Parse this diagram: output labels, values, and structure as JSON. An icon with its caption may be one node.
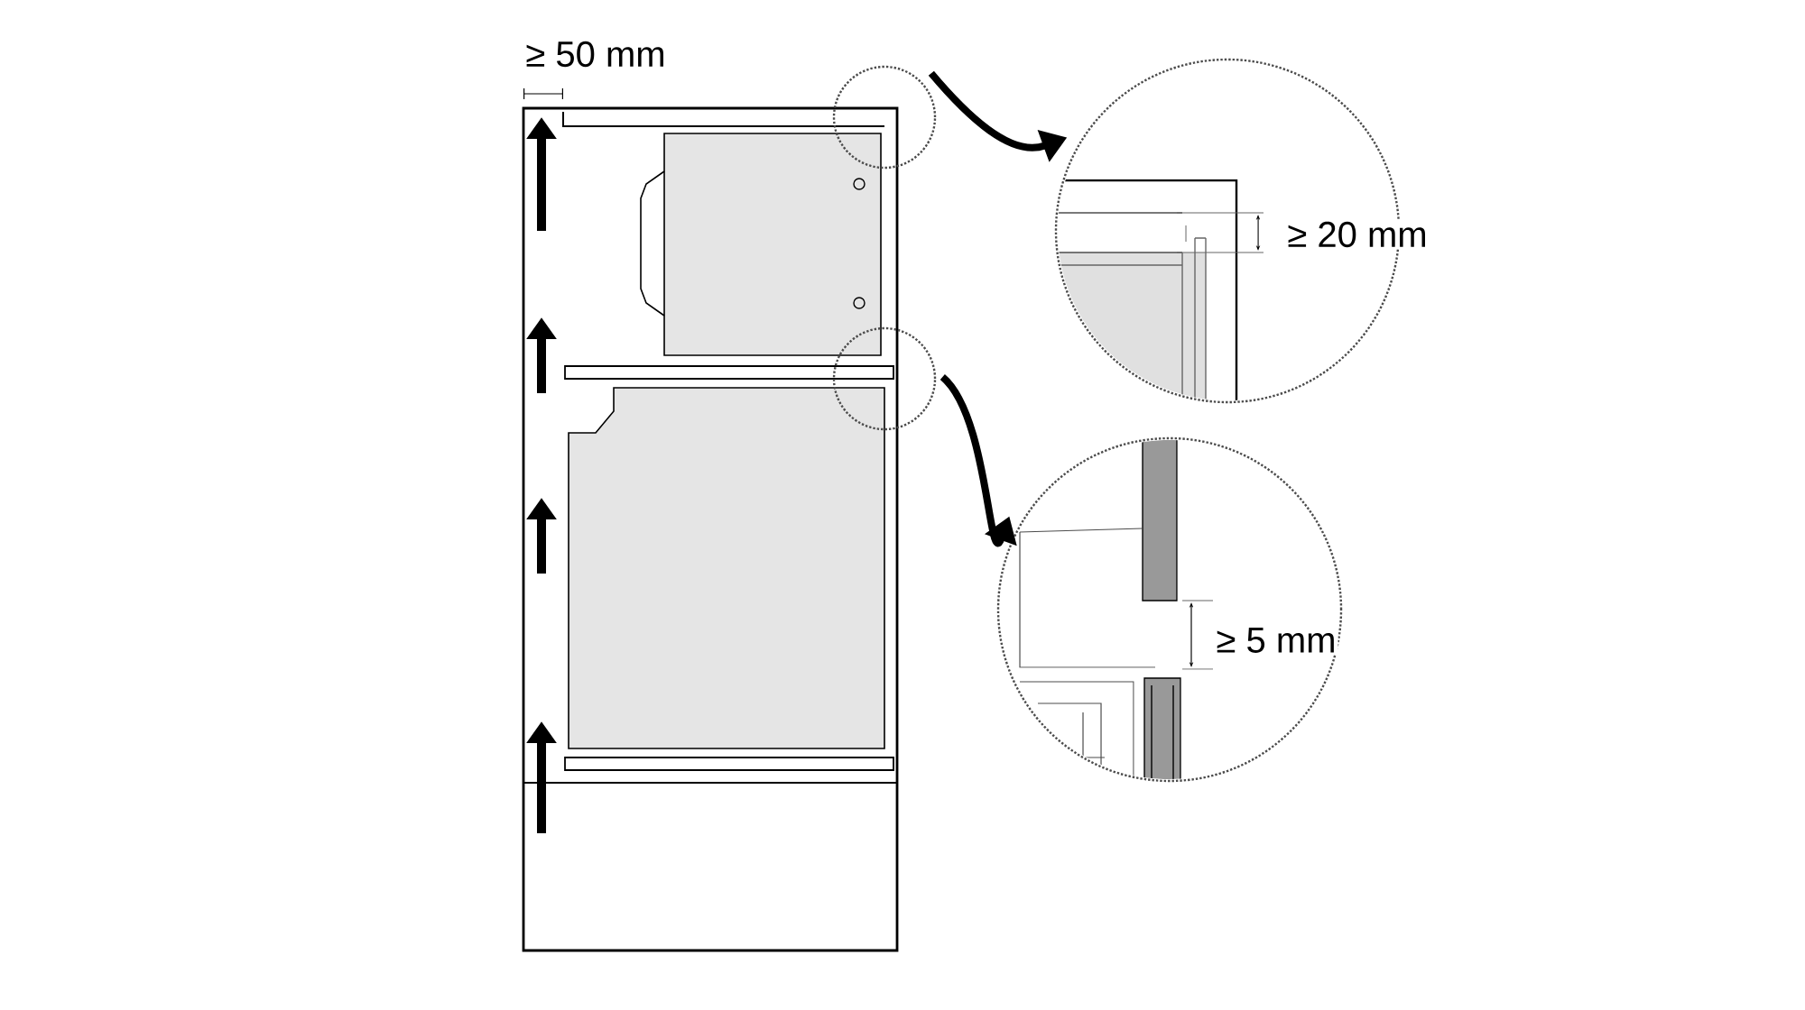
{
  "diagram": {
    "nodes": [
      {
        "text": [],
        "shape": "circle"
      },
      {
        "text": [],
        "shape": "circle"
      },
      {
        "text": [],
        "shape": "circle"
      },
      {
        "text": [],
        "shape": "circle"
      }
    ],
    "edges": [
      {
        "from": 0,
        "to": 1,
        "arrow": "to"
      },
      {
        "from": 2,
        "to": 3,
        "arrow": "to"
      }
    ],
    "labels": [
      "≥ 50 mm",
      "≥ 20 mm",
      "≥ 5 mm"
    ]
  }
}
